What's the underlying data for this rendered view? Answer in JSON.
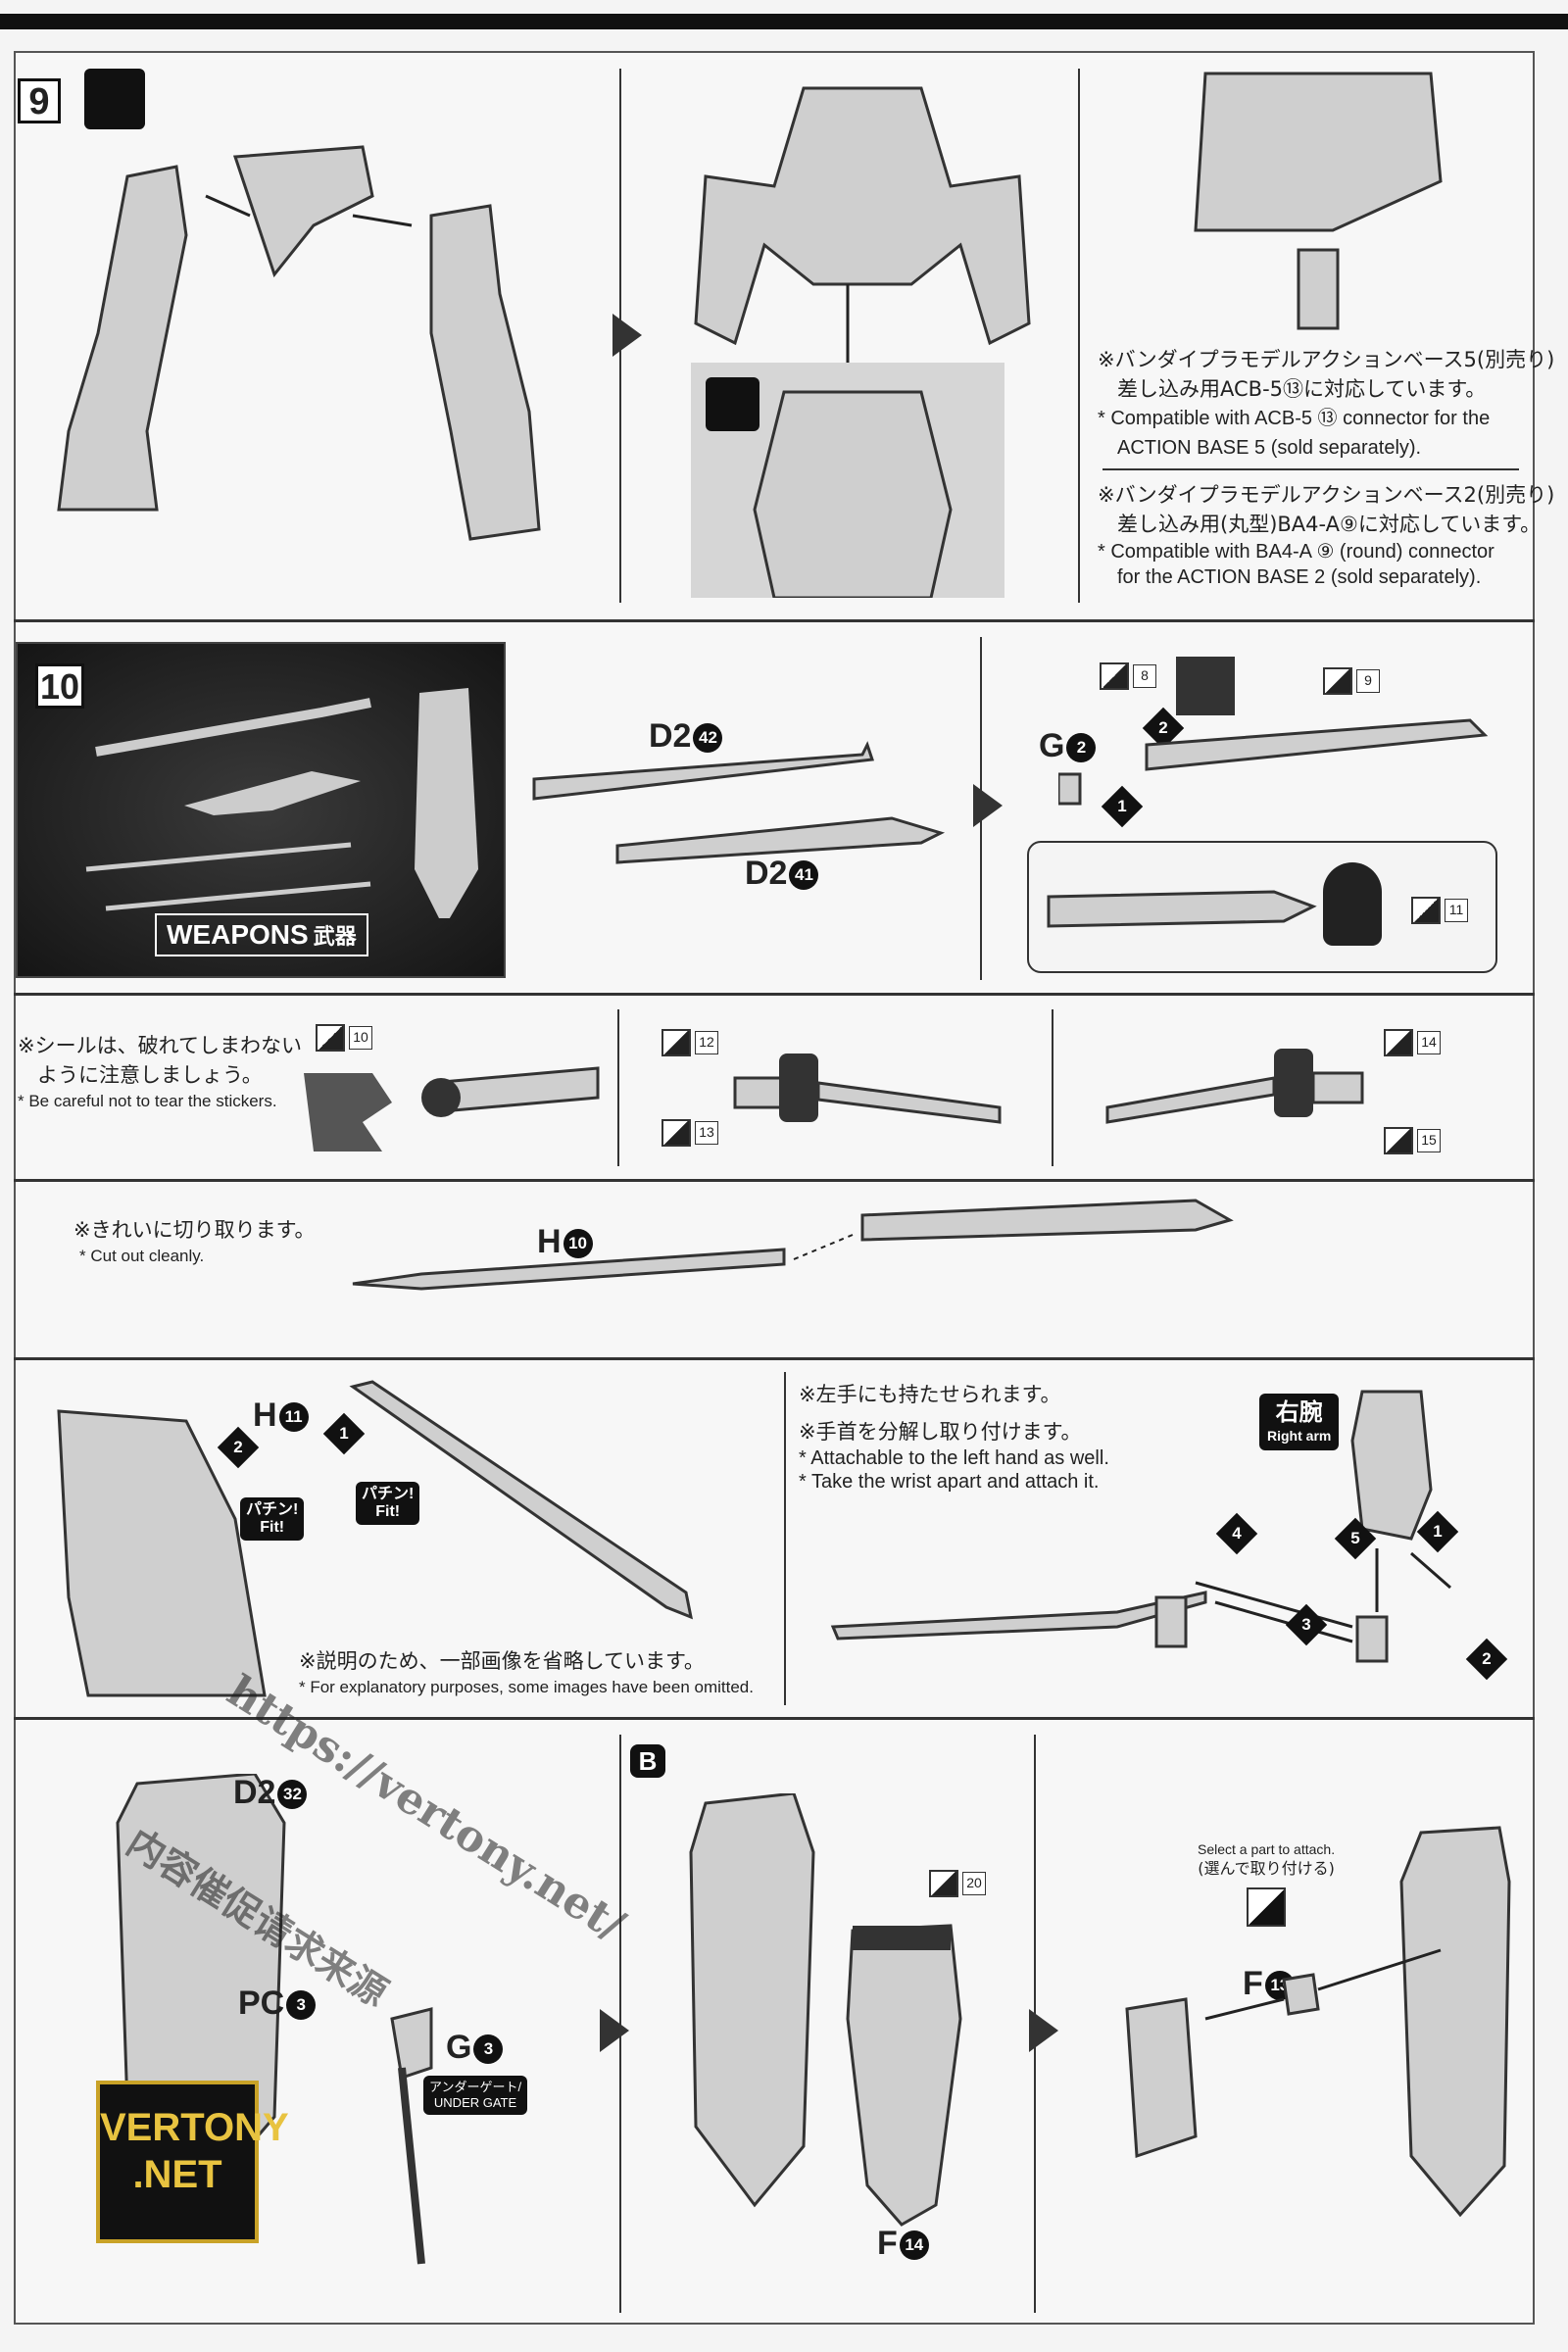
{
  "step9": {
    "number": "9",
    "notes": [
      {
        "jp": "※バンダイプラモデルアクションベース5(別売り)",
        "jp2": "差し込み用ACB-5⑬に対応しています。",
        "en1": "* Compatible with ACB-5 ⑬ connector for the",
        "en2": "ACTION BASE 5 (sold separately)."
      },
      {
        "jp": "※バンダイプラモデルアクションベース2(別売り)",
        "jp2": "差し込み用(丸型)BA4-A⑨に対応しています。",
        "en1": "* Compatible with BA4-A ⑨ (round) connector",
        "en2": "for the ACTION BASE 2 (sold separately)."
      }
    ]
  },
  "step10": {
    "number": "10",
    "weapons_label": "WEAPONS",
    "weapons_jp": "武器",
    "parts": {
      "d2_42": {
        "letter": "D2",
        "num": "42"
      },
      "d2_41": {
        "letter": "D2",
        "num": "41"
      },
      "g2": {
        "letter": "G",
        "num": "2"
      }
    },
    "steps": [
      "1",
      "2"
    ],
    "stickers": [
      "8",
      "9",
      "11"
    ]
  },
  "stickers_row": {
    "jp1": "※シールは、破れてしまわない",
    "jp2": "ように注意しましょう。",
    "en": "* Be careful not to tear the stickers.",
    "stickers": [
      "10",
      "12",
      "13",
      "14",
      "15"
    ]
  },
  "cut_row": {
    "jp": "※きれいに切り取ります。",
    "en": "* Cut out cleanly.",
    "part": {
      "letter": "H",
      "num": "10"
    }
  },
  "hand_row": {
    "part": {
      "letter": "H",
      "num": "11"
    },
    "steps": [
      "1",
      "2"
    ],
    "fit": {
      "jp": "パチン!",
      "en": "Fit!"
    },
    "omit_jp": "※説明のため、一部画像を省略しています。",
    "omit_en": "* For explanatory purposes, some images have been omitted.",
    "left_jp": "※左手にも持たせられます。",
    "wrist_jp": "※手首を分解し取り付けます。",
    "left_en": "* Attachable to the left hand as well.",
    "wrist_en": "* Take the wrist apart and attach it.",
    "right_arm_jp": "右腕",
    "right_arm_en": "Right arm",
    "wrist_steps": [
      "1",
      "2",
      "3",
      "4",
      "5"
    ]
  },
  "bottom_row": {
    "part_d2": {
      "letter": "D2",
      "num": "32"
    },
    "part_pc": {
      "letter": "PC",
      "num": "3"
    },
    "part_g": {
      "letter": "G",
      "num": "3"
    },
    "under_gate_jp": "アンダーゲート/",
    "under_gate_en": "UNDER GATE",
    "b_label": "B",
    "sticker": "20",
    "part_f14": {
      "letter": "F",
      "num": "14"
    },
    "select_en": "Select a part to attach.",
    "select_jp": "(選んで取り付ける)",
    "part_f13": {
      "letter": "F",
      "num": "13"
    }
  },
  "watermark": {
    "url": "https://vertony.net/",
    "jp": "内容催促请求来源",
    "logo1": "VERTONY",
    ".logo2": "",
    "logo2": ".NET"
  }
}
